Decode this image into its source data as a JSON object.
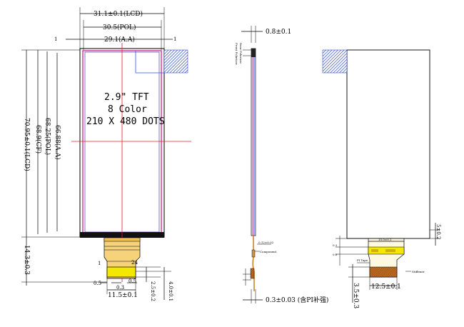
{
  "front_view": {
    "width_lcd": "31.1±0.1(LCD)",
    "width_pol": "30.5(POL)",
    "width_aa": "29.1(A.A)",
    "offset_left": "1",
    "offset_right": "1",
    "height_lcd": "70.95±0.1(LCD)",
    "height_cf": "68.9(CF)",
    "height_pol": "68.25(POL)",
    "height_aa": "66.88(A.A)",
    "fpc_height": "14.3±0.3",
    "panel_line1": "2.9\" TFT",
    "panel_line2": "8 Color",
    "panel_line3": "210 X 480 DOTS",
    "pin_first": "1",
    "pin_last": "24",
    "pitch": "0.3",
    "pad_width": "0.5",
    "pad_width_right": "0.5",
    "connector_width": "11.5±0.1",
    "connector_height": "2.5±0.2",
    "tail_height": "4.0±0.1",
    "colors": {
      "outline": "#000000",
      "lcd_border": "#d02090",
      "pol_border": "#3050ff",
      "center_line": "#e02020",
      "fpc_fill": "#f0c050",
      "connector_fill": "#f5e800",
      "hatch": "#1030c0"
    }
  },
  "side_view": {
    "thickness": "0.8±0.1",
    "fpc_thickness": "0.3±0.03 (含PI补强)",
    "label_pol": "Rear Polarizer",
    "label_top": "Front Polarizer",
    "label_fpc": "0.12±0.02",
    "label_component": "Component"
  },
  "back_view": {
    "label_right": "5±0.2",
    "fpc_width": "15.0±0.1",
    "connector_width": "12.5±0.1",
    "height": "3.5±0.3",
    "label_stiffener": "Stiffener",
    "label_tape": "PI Tape",
    "label_side": "0.3",
    "label_note": "0.8"
  }
}
